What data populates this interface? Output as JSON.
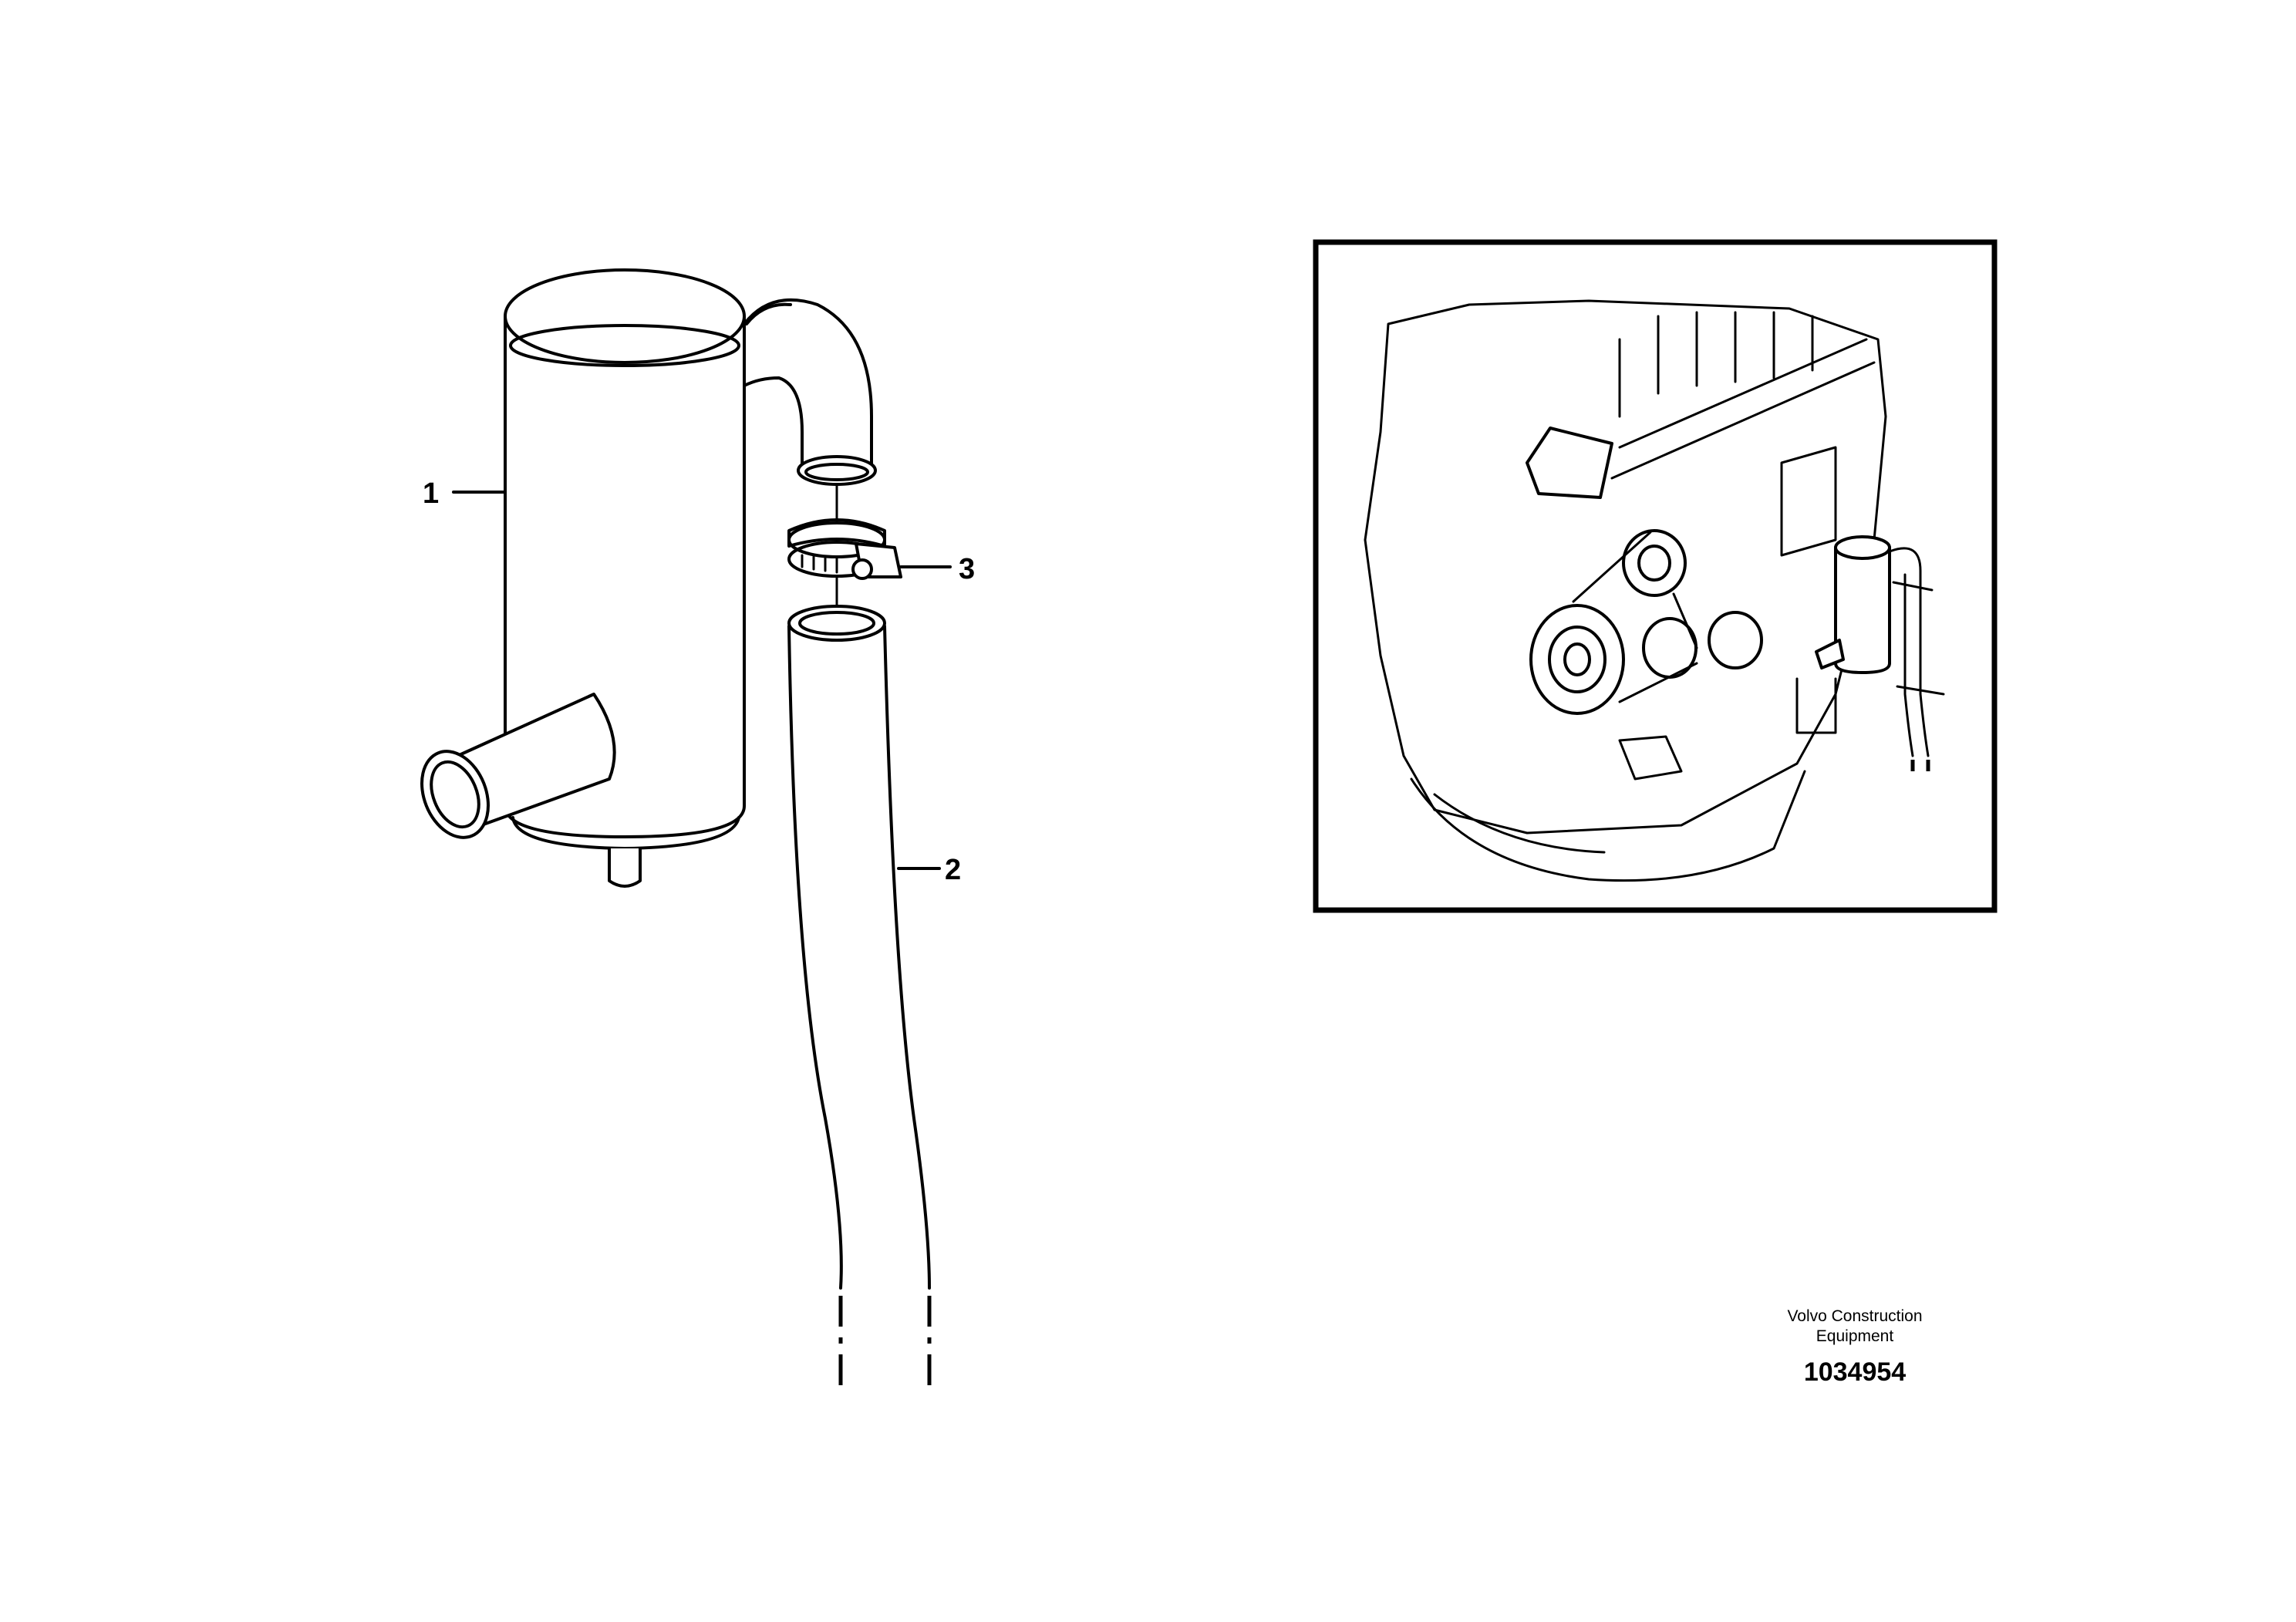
{
  "callouts": [
    {
      "id": "1",
      "label": "1"
    },
    {
      "id": "2",
      "label": "2"
    },
    {
      "id": "3",
      "label": "3"
    }
  ],
  "footer": {
    "brand_line1": "Volvo Construction",
    "brand_line2": "Equipment",
    "part_number": "1034954"
  }
}
